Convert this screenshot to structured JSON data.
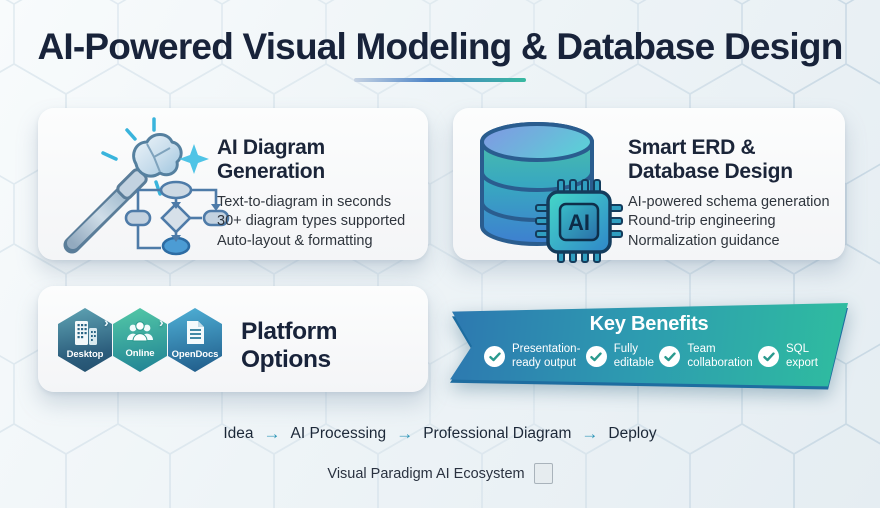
{
  "title": {
    "text": "AI-Powered Visual Modeling & Database Design"
  },
  "colors": {
    "title_text": "#18233a",
    "accent_blue": "#4a82c6",
    "accent_teal": "#38b9a0",
    "banner_gradient_start": "#2d78b0",
    "banner_gradient_end": "#2fbd9f",
    "card_background": "#fafbfc"
  },
  "cards": {
    "ai_diagram_generation": {
      "icon": "magic-wand-flowchart",
      "heading": "AI Diagram Generation",
      "lines": [
        "Text-to-diagram in seconds",
        "30+ diagram types supported",
        "Auto-layout & formatting"
      ]
    },
    "smart_erd": {
      "icon": "database-ai-chip",
      "chip_label": "AI",
      "heading": "Smart ERD & Database Design",
      "lines": [
        "AI-powered schema generation",
        "Round-trip engineering",
        "Normalization guidance"
      ]
    },
    "platform_options": {
      "heading": "Platform Options",
      "separator": "›",
      "platforms": [
        {
          "label": "Desktop",
          "icon": "buildings-icon"
        },
        {
          "label": "Online",
          "icon": "people-icon"
        },
        {
          "label": "OpenDocs",
          "icon": "document-icon"
        }
      ]
    },
    "key_benefits": {
      "heading": "Key Benefits",
      "items": [
        {
          "line1": "Presentation-",
          "line2": "ready output"
        },
        {
          "line1": "Fully",
          "line2": "editable"
        },
        {
          "line1": "Team",
          "line2": "collaboration"
        },
        {
          "line1": "SQL",
          "line2": "export"
        }
      ]
    }
  },
  "flow": {
    "separator": "→",
    "steps": [
      "Idea",
      "AI Processing",
      "Professional Diagram",
      "Deploy"
    ]
  },
  "footer": {
    "label": "Visual Paradigm AI Ecosystem"
  }
}
